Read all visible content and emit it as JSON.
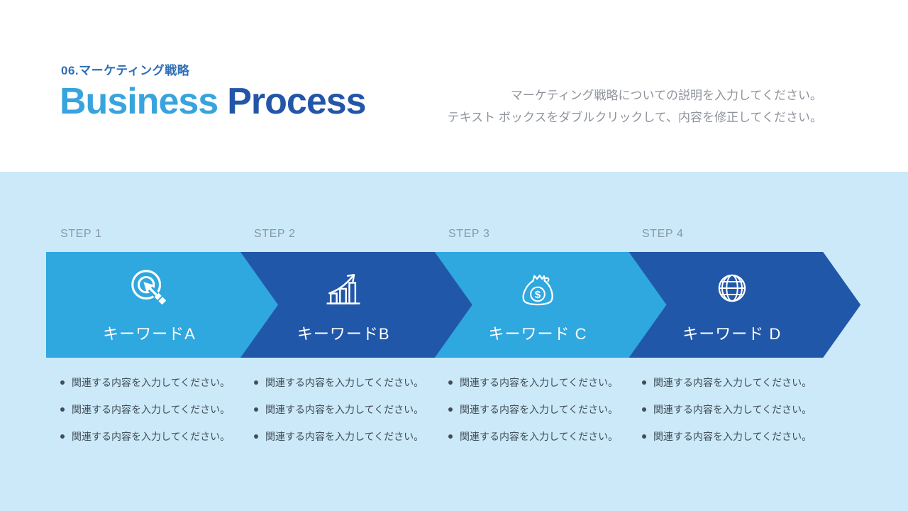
{
  "slide": {
    "kicker": "06.マーケティング戦略",
    "title": {
      "light": "Business",
      "dark": "Process"
    },
    "description": {
      "line1": "マーケティング戦略についての説明を入力してください。",
      "line2": "テキスト ボックスをダブルクリックして、内容を修正してください。"
    },
    "colors": {
      "title_light_blue": "#38a4de",
      "title_dark_blue": "#2356a9",
      "kicker_blue": "#2e6eb5",
      "panel_background": "#cbe9f9",
      "arrow_light": "#2fa7df",
      "arrow_dark": "#2157a8",
      "step_label_gray": "#8798a7",
      "bullet_text_gray": "#424d57",
      "description_gray": "#8e939c"
    },
    "steps": [
      {
        "label": "STEP 1",
        "keyword": "キーワードA",
        "icon": "target-arrow-icon",
        "bullets": [
          "関連する内容を入力してください。",
          "関連する内容を入力してください。",
          "関連する内容を入力してください。"
        ]
      },
      {
        "label": "STEP 2",
        "keyword": "キーワードB",
        "icon": "growth-chart-icon",
        "bullets": [
          "関連する内容を入力してください。",
          "関連する内容を入力してください。",
          "関連する内容を入力してください。"
        ]
      },
      {
        "label": "STEP 3",
        "keyword": "キーワード C",
        "icon": "money-bag-icon",
        "bullets": [
          "関連する内容を入力してください。",
          "関連する内容を入力してください。",
          "関連する内容を入力してください。"
        ]
      },
      {
        "label": "STEP 4",
        "keyword": "キーワード D",
        "icon": "globe-icon",
        "bullets": [
          "関連する内容を入力してください。",
          "関連する内容を入力してください。",
          "関連する内容を入力してください。"
        ]
      }
    ]
  }
}
